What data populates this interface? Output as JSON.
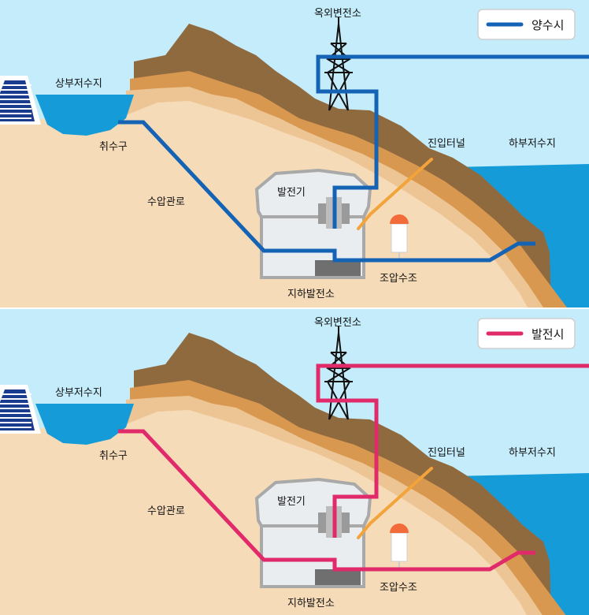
{
  "colors": {
    "sky": "#c4ecfb",
    "water": "#159bd8",
    "ground": "#f6dbb8",
    "layer_light": "#edc595",
    "layer_mid": "#d9984f",
    "layer_dark": "#8f6a3f",
    "pumping_line": "#1563b5",
    "generating_line": "#e02a6a",
    "intake_tunnel": "#f2a33a",
    "building": "#e9edf0",
    "building_outline": "#a9a9a9",
    "tank_top": "#f26b38"
  },
  "panels": [
    {
      "id": "pumping",
      "legend": {
        "label": "양수시",
        "color": "#1563b5"
      },
      "labels": {
        "outdoor_substation": "옥외변전소",
        "upper_reservoir": "상부저수지",
        "intake": "취수구",
        "penstock": "수압관로",
        "generator": "발전기",
        "access_tunnel": "진입터널",
        "lower_reservoir": "하부저수지",
        "surge_tank": "조압수조",
        "underground_powerhouse": "지하발전소"
      }
    },
    {
      "id": "generating",
      "legend": {
        "label": "발전시",
        "color": "#e02a6a"
      },
      "labels": {
        "outdoor_substation": "옥외변전소",
        "upper_reservoir": "상부저수지",
        "intake": "취수구",
        "penstock": "수압관로",
        "generator": "발전기",
        "access_tunnel": "진입터널",
        "lower_reservoir": "하부저수지",
        "surge_tank": "조압수조",
        "underground_powerhouse": "지하발전소"
      }
    }
  ]
}
